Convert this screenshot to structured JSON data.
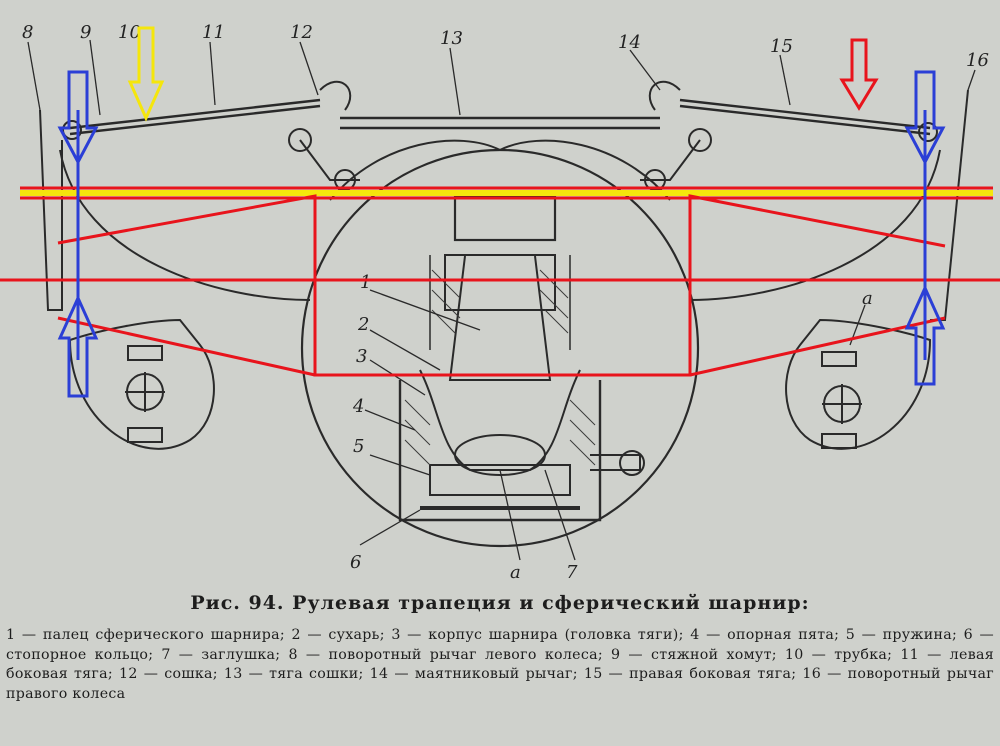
{
  "labels": {
    "l1": "1",
    "l2": "2",
    "l3": "3",
    "l4": "4",
    "l5": "5",
    "l6": "6",
    "l7": "7",
    "l8": "8",
    "l9": "9",
    "l10": "10",
    "l11": "11",
    "l12": "12",
    "l13": "13",
    "l14": "14",
    "l15": "15",
    "l16": "16",
    "la_right": "a",
    "la_bottom": "a"
  },
  "caption": {
    "title": "Рис. 94. Рулевая трапеция и сферический шарнир:",
    "legend": "1 — палец сферического шарнира; 2 — сухарь; 3 — корпус шарнира (головка тяги); 4 — опорная пята; 5 — пружина; 6 — стопорное кольцо; 7 — заглушка; 8 — поворотный рычаг левого колеса; 9 — стяжной хомут; 10 — трубка; 11 — левая боковая тяга; 12 — сошка; 13 — тяга сошки; 14 — маятниковый рычаг; 15 — правая боковая тяга; 16 — поворотный рычаг правого колеса"
  },
  "colors": {
    "ink": "#2a2a2a",
    "paper": "#cfd1cc",
    "overlay_red": "#e8141c",
    "overlay_yellow": "#f5e60c",
    "overlay_blue": "#2b3fd6"
  }
}
